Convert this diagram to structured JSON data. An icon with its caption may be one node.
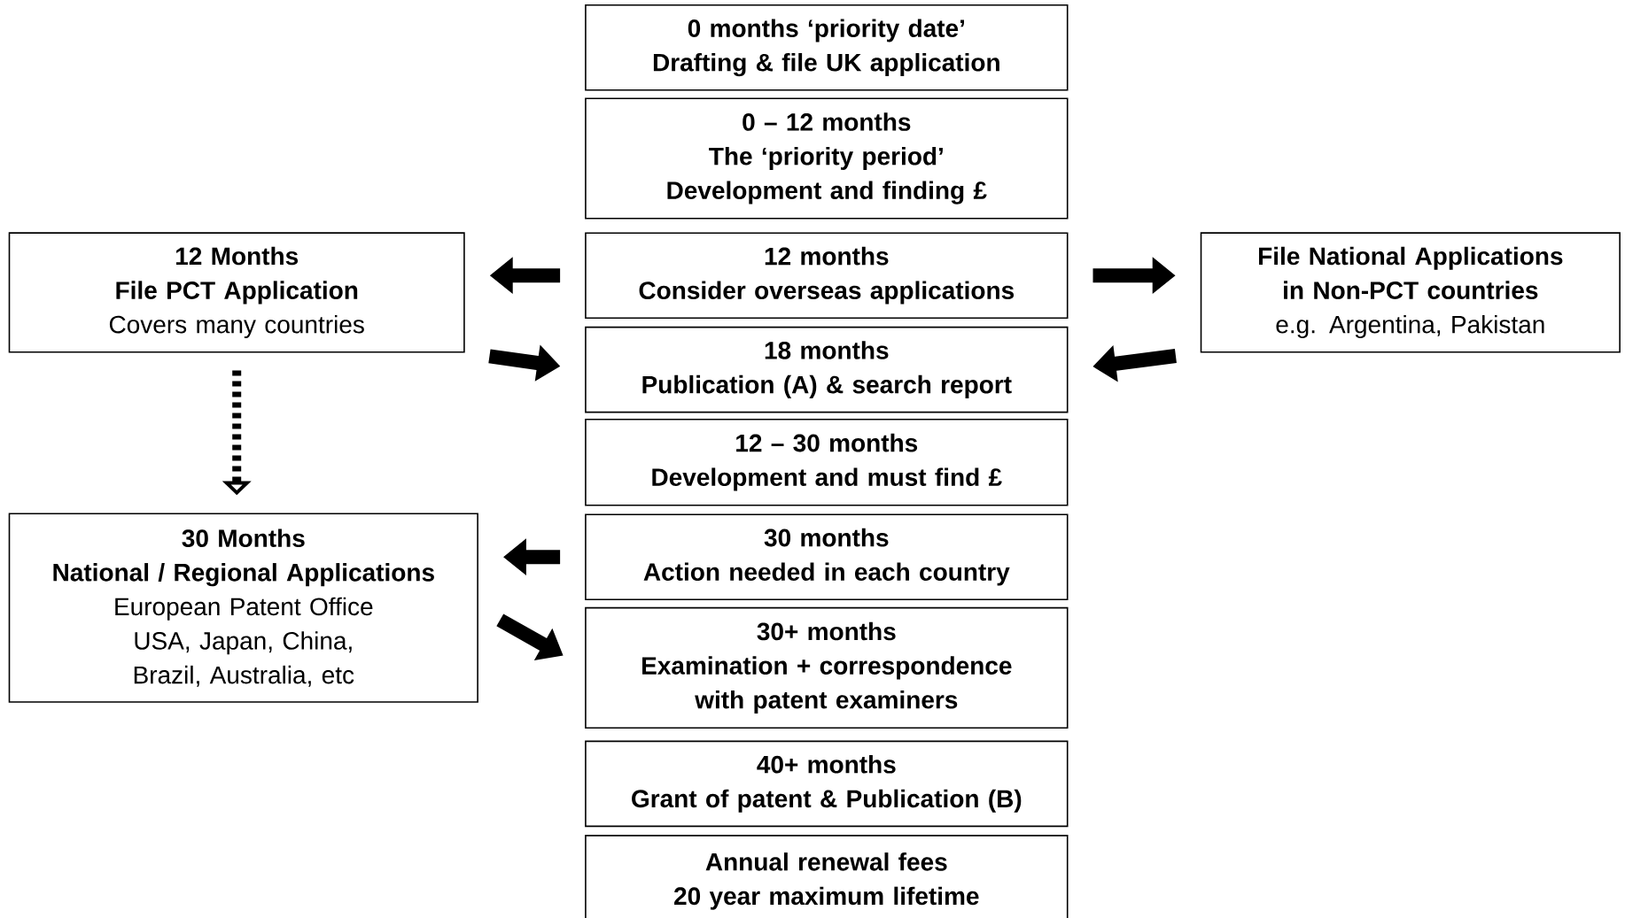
{
  "diagram": {
    "nodes": [
      {
        "text": [
          "0 months ‘priority date’",
          "Drafting & file UK application"
        ]
      },
      {
        "text": [
          "0 – 12 months",
          "The ‘priority period’",
          "Development and finding £"
        ]
      },
      {
        "text": [
          "12 Months",
          "File PCT Application",
          "Covers many countries"
        ]
      },
      {
        "text": [
          "12 months",
          "Consider overseas applications"
        ]
      },
      {
        "text": [
          "File National Applications",
          "in Non-PCT countries",
          "e.g. Argentina, Pakistan"
        ]
      },
      {
        "text": [
          "18 months",
          "Publication (A) & search report"
        ]
      },
      {
        "text": [
          "12 – 30 months",
          "Development and must find £"
        ]
      },
      {
        "text": [
          "30 Months",
          "National / Regional Applications",
          "European Patent Office",
          "USA, Japan, China, Brazil, Australia, etc"
        ]
      },
      {
        "text": [
          "30 months",
          "Action needed in each country"
        ]
      },
      {
        "text": [
          "30+ months",
          "Examination + correspondence",
          "with patent examiners"
        ]
      },
      {
        "text": [
          "40+ months",
          "Grant of patent & Publication (B)"
        ]
      },
      {
        "text": [
          "Annual renewal fees",
          "20 year maximum lifetime"
        ]
      }
    ],
    "edges": [
      {
        "from": 3,
        "to": 2,
        "arrow": "to"
      },
      {
        "from": 2,
        "to": 5,
        "arrow": "to"
      },
      {
        "from": 3,
        "to": 4,
        "arrow": "to"
      },
      {
        "from": 4,
        "to": 5,
        "arrow": "to"
      },
      {
        "from": 2,
        "to": 7,
        "arrow": "to",
        "style": "dashed"
      },
      {
        "from": 8,
        "to": 7,
        "arrow": "to"
      },
      {
        "from": 7,
        "to": 9,
        "arrow": "to"
      }
    ]
  }
}
